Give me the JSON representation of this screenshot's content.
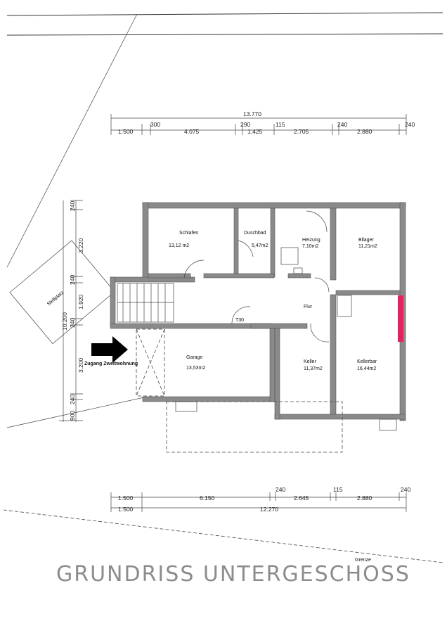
{
  "title": "GRUNDRISS UNTERGESCHOSS",
  "boundary_label": "Grenze",
  "parking_label": "Stellplatz",
  "access_label": "Zugang Zweitwohnung",
  "corridor_label": "T30",
  "rooms": [
    {
      "name": "Schlafen",
      "area": "13,12  m2"
    },
    {
      "name": "Duschbad",
      "area": "5,47m2"
    },
    {
      "name": "Heizung",
      "area": "7,10m2"
    },
    {
      "name": "Bllager",
      "area": "11,21m2"
    },
    {
      "name": "Flur",
      "area": ""
    },
    {
      "name": "Garage",
      "area": "13,53m2"
    },
    {
      "name": "Keller",
      "area": "11,37m2"
    },
    {
      "name": "Kellerbar",
      "area": "16,44m2"
    }
  ],
  "dimensions_top": {
    "total": "13.770",
    "upper": [
      "300",
      "290",
      "115",
      "240",
      "240"
    ],
    "lower": [
      "1.500",
      "4.075",
      "1.425",
      "2.705",
      "2.880"
    ]
  },
  "dimensions_left": [
    "240",
    "3.220",
    "240",
    "1.920",
    "240",
    "3.200",
    "240",
    "10.200",
    "900"
  ],
  "dimensions_bottom": {
    "upper": [
      "1.500",
      "6.150",
      "240",
      "2.645",
      "115",
      "2.880",
      "240"
    ],
    "lower": [
      "1.500",
      "12.270"
    ]
  },
  "colors": {
    "wall": "#8a8a8a",
    "accent_wall": "#e0245e",
    "title": "#8c8c8c"
  }
}
